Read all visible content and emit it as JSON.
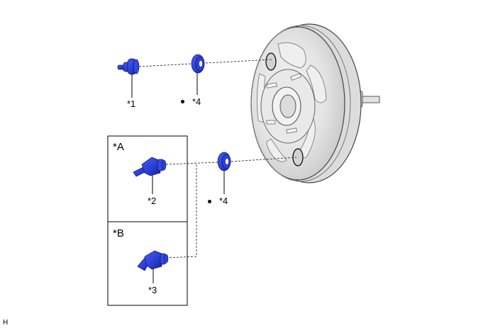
{
  "callouts": {
    "c1": "*1",
    "c2": "*2",
    "c3": "*3",
    "c4_top": "*4",
    "c4_mid": "*4"
  },
  "boxes": {
    "a_label": "*A",
    "b_label": "*B"
  },
  "corner_code": "H",
  "colors": {
    "part_blue": "#2b3fd6",
    "part_blue_dark": "#1a2796",
    "booster_body": "#e6e6e6",
    "line": "#000000"
  },
  "icons": {
    "booster": "brake-booster-illustration",
    "part1": "check-valve-connector-icon",
    "part2": "vacuum-hose-elbow-a-icon",
    "part3": "vacuum-hose-elbow-b-icon",
    "grommet": "grommet-icon"
  }
}
